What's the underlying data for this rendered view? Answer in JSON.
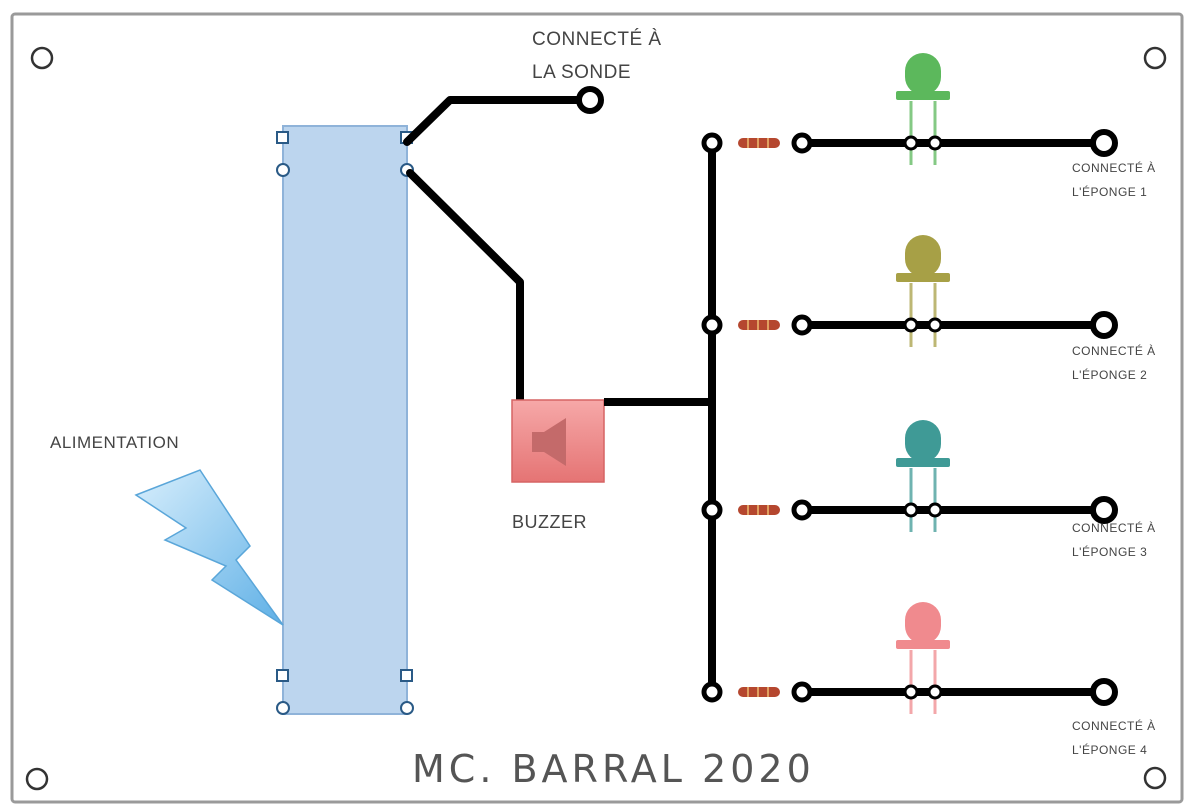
{
  "labels": {
    "probe_line1": "CONNECTÉ À",
    "probe_line2": "LA SONDE",
    "power": "ALIMENTATION",
    "buzzer": "BUZZER",
    "footer": "MC. BARRAL 2020"
  },
  "channels": [
    {
      "led_color": "#5cb85c",
      "line1": "CONNECTÉ À",
      "line2": "L'ÉPONGE 1"
    },
    {
      "led_color": "#a7a046",
      "line1": "CONNECTÉ À",
      "line2": "L'ÉPONGE 2"
    },
    {
      "led_color": "#3f9a96",
      "line1": "CONNECTÉ À",
      "line2": "L'ÉPONGE 3"
    },
    {
      "led_color": "#f08a8e",
      "line1": "CONNECTÉ À",
      "line2": "L'ÉPONGE 4"
    }
  ],
  "colors": {
    "module_fill": "#bcd5ee",
    "module_stroke": "#8fb3d9",
    "buzzer_fill": "#f08c8c",
    "bolt_fill": "#8ec8ef",
    "wire": "#000000",
    "resistor": "#b5472f"
  },
  "icons": {
    "bolt": "lightning-bolt-icon",
    "speaker": "speaker-icon"
  }
}
